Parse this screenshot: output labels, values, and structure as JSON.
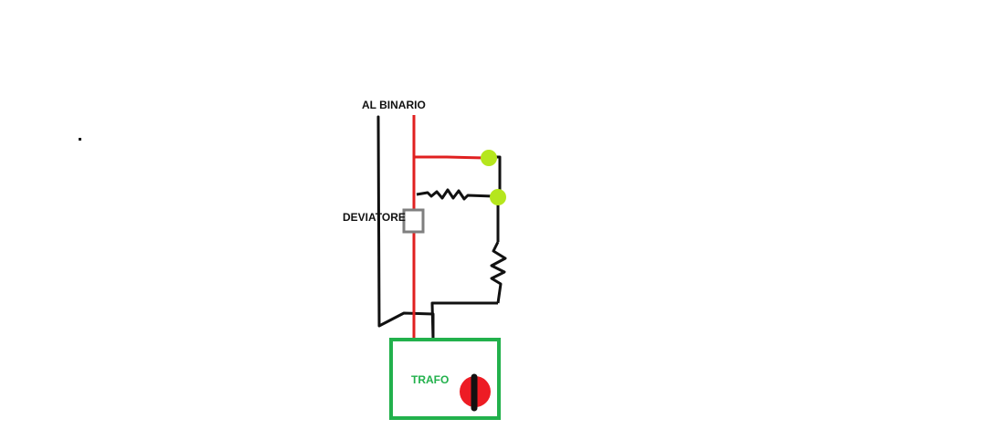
{
  "labels": {
    "track": "AL BINARIO",
    "switch": "DEVIATORE",
    "transformer": "TRAFO"
  },
  "colors": {
    "wire_black": "#111111",
    "wire_red": "#e02020",
    "transformer_border": "#22b14c",
    "transformer_label": "#22b14c",
    "switch_border": "#7f7f7f",
    "contact_points": "#b5e61d",
    "knob": "#ed1c24"
  },
  "components": {
    "switch_icon": "square-switch-icon",
    "contacts": "green-contact-dot-icon",
    "resistors": "zigzag-resistor-icon",
    "transformer_knob": "red-knob-icon"
  }
}
